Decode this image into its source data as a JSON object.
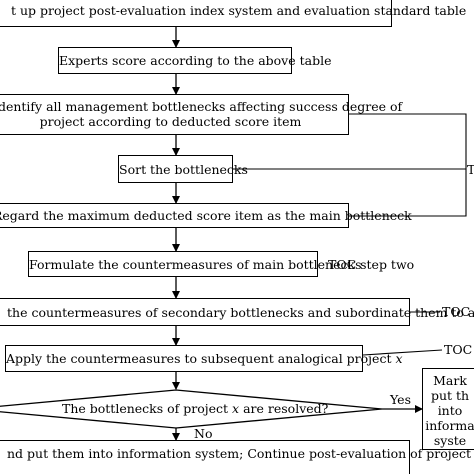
{
  "flowchart": {
    "step1": "t up project post-evaluation index system and evaluation standard table",
    "step2": "Experts score according to the above table",
    "step3_line1": "Identify all management bottlenecks affecting success degree of",
    "step3_line2": "project      according to deducted score item",
    "step4": "Sort the bottlenecks",
    "step5": "Regard the maximum deducted score item as the main bottleneck",
    "step6": "Formulate the countermeasures of main bottlenecks",
    "step7": "the countermeasures of secondary bottlenecks and subordinate them to above step",
    "step8_prefix": "Apply the countermeasures to subsequent analogical project ",
    "step8_var": "x",
    "decision_prefix": "The bottlenecks of project  ",
    "decision_var": "x",
    "decision_suffix": "  are resolved?",
    "step9_prefix": "nd put them into information system; Continue post-evaluation of project  ",
    "step9_var": "x",
    "side_box_lines": [
      "Mark",
      "put th",
      "into",
      "informa",
      "syste"
    ],
    "label_yes": "Yes",
    "label_no": "No",
    "toc_step_one": "T",
    "toc_step_two": "TOC step two",
    "toc_step_three": "TOC",
    "toc_step_four": "TOC"
  }
}
